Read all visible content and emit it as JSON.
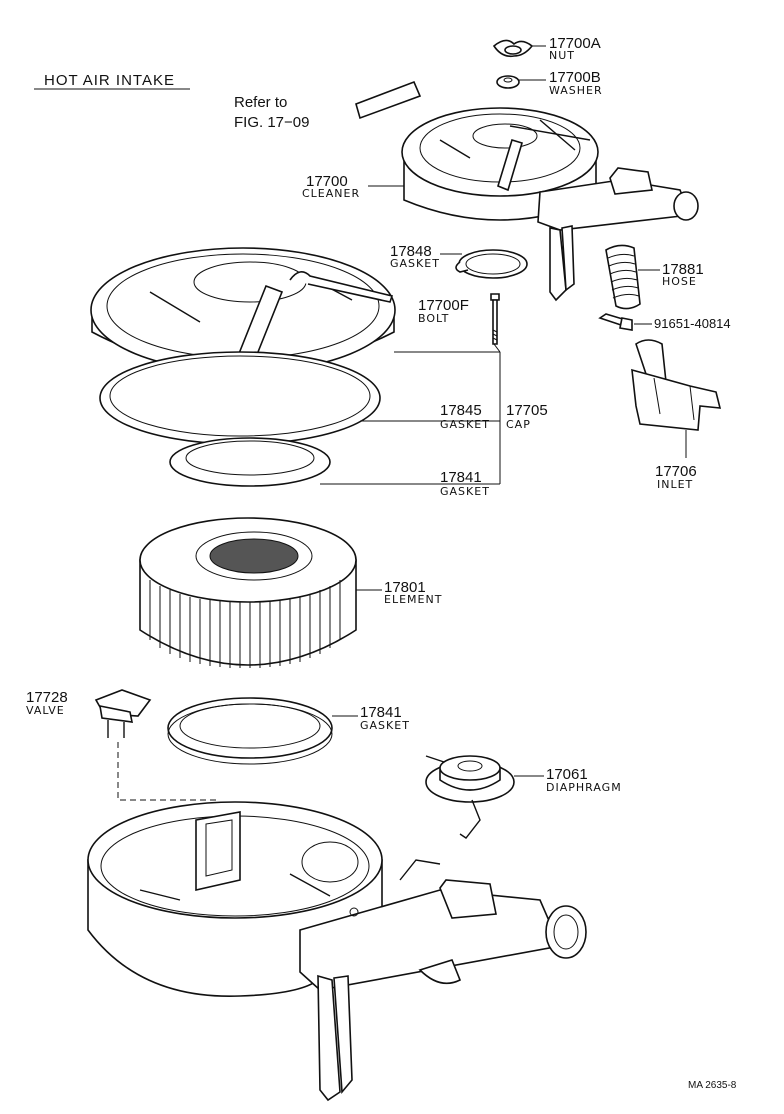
{
  "header": "HOT AIR INTAKE",
  "reference": {
    "line1": "Refer to",
    "line2": "FIG. 17−09"
  },
  "parts": {
    "nut": {
      "number": "17700A",
      "name": "NUT"
    },
    "washer": {
      "number": "17700B",
      "name": "WASHER"
    },
    "cleaner": {
      "number": "17700",
      "name": "CLEANER"
    },
    "gasket_17848": {
      "number": "17848",
      "name": "GASKET"
    },
    "hose": {
      "number": "17881",
      "name": "HOSE"
    },
    "bolt": {
      "number": "17700F",
      "name": "BOLT"
    },
    "bolt_91651": {
      "number": "91651-40814"
    },
    "gasket_17845": {
      "number": "17845",
      "name": "GASKET"
    },
    "cap": {
      "number": "17705",
      "name": "CAP"
    },
    "gasket_17841_top": {
      "number": "17841",
      "name": "GASKET"
    },
    "inlet": {
      "number": "17706",
      "name": "INLET"
    },
    "element": {
      "number": "17801",
      "name": "ELEMENT"
    },
    "valve": {
      "number": "17728",
      "name": "VALVE"
    },
    "gasket_17841_bottom": {
      "number": "17841",
      "name": "GASKET"
    },
    "diaphragm": {
      "number": "17061",
      "name": "DIAPHRAGM"
    }
  },
  "figure_code": "MA 2635-8"
}
